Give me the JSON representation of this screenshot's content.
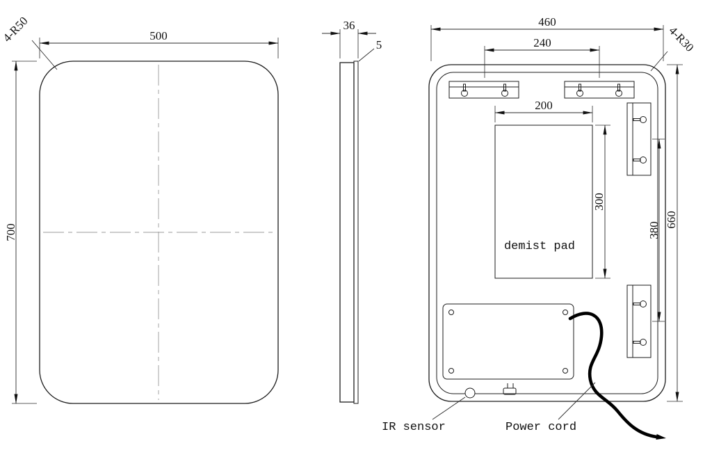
{
  "front_view": {
    "width": "500",
    "height": "700",
    "corner_radius_note": "4-R50"
  },
  "side_view": {
    "depth": "36",
    "glass_thickness": "5"
  },
  "back_view": {
    "width": "460",
    "top_bracket_spacing": "240",
    "corner_radius_note": "4-R30",
    "demist_pad_width": "200",
    "demist_pad_height": "300",
    "demist_pad_label": "demist pad",
    "side_bracket_spacing": "380",
    "frame_height": "660",
    "ir_sensor_label": "IR sensor",
    "power_cord_label": "Power cord"
  }
}
